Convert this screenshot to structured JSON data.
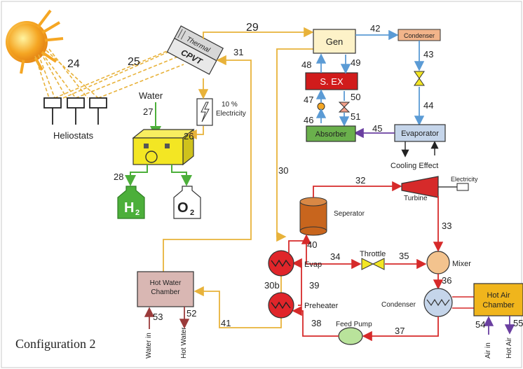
{
  "title": "Configuration 2",
  "components": {
    "cpvt_thermal": "Thermal",
    "cpvt": "CPVT",
    "electricity_pct": "10 %",
    "electricity_word": "Electricity",
    "water": "Water",
    "heliostats": "Heliostats",
    "h2_main": "H",
    "h2_sub": "2",
    "o2_main": "O",
    "o2_sub": "2",
    "gen": "Gen",
    "condenser_top": "Condenser",
    "sex": "S. EX",
    "absorber": "Absorber",
    "evaporator": "Evaporator",
    "cooling_effect": "Cooling Effect",
    "turbine": "Turbine",
    "turbine_electricity": "Electricity",
    "separator": "Seperator",
    "throttle": "Throttle",
    "mixer": "Mixer",
    "evap": "Evap",
    "preheater": "Preheater",
    "condenser_bottom": "Condenser",
    "feed_pump": "Feed Pump",
    "hot_water_chamber_1": "Hot Water",
    "hot_water_chamber_2": "Chamber",
    "hot_air_chamber_1": "Hot Air",
    "hot_air_chamber_2": "Chamber",
    "water_in": "Water in",
    "hot_water": "Hot Water",
    "air_in": "Air in",
    "hot_air": "Hot Air"
  },
  "states": {
    "s24": "24",
    "s25": "25",
    "s26": "26",
    "s27": "27",
    "s28": "28",
    "s29": "29",
    "s30": "30",
    "s30b": "30b",
    "s31": "31",
    "s32": "32",
    "s33": "33",
    "s34": "34",
    "s35": "35",
    "s36": "36",
    "s37": "37",
    "s38": "38",
    "s39": "39",
    "s40": "40",
    "s41": "41",
    "s42": "42",
    "s43": "43",
    "s44": "44",
    "s45": "45",
    "s46": "46",
    "s47": "47",
    "s48": "48",
    "s49": "49",
    "s50": "50",
    "s51": "51",
    "s52": "52",
    "s53": "53",
    "s54": "54",
    "s55": "55"
  },
  "colors": {
    "solar_stream": "#e8b23a",
    "absorption_stream": "#5b9bd5",
    "steam_cycle": "#d62a2a",
    "water_stream": "#4caf3a",
    "sun": "#f5a623",
    "gen_fill": "#fdf2c8",
    "sex_fill": "#d11b1b",
    "absorber_fill": "#6ab04c",
    "evaporator_fill": "#c5d5ea",
    "hot_water_chamber_fill": "#d9b7b3",
    "hot_air_chamber_fill": "#f0b51c",
    "electrolyzer_fill": "#f3e623",
    "h2_fill": "#4caf3a",
    "separator_fill": "#c8651d",
    "mixer_fill": "#f3c38e",
    "feed_pump_fill": "#b9e39b",
    "hx_fill": "#e0252a"
  }
}
